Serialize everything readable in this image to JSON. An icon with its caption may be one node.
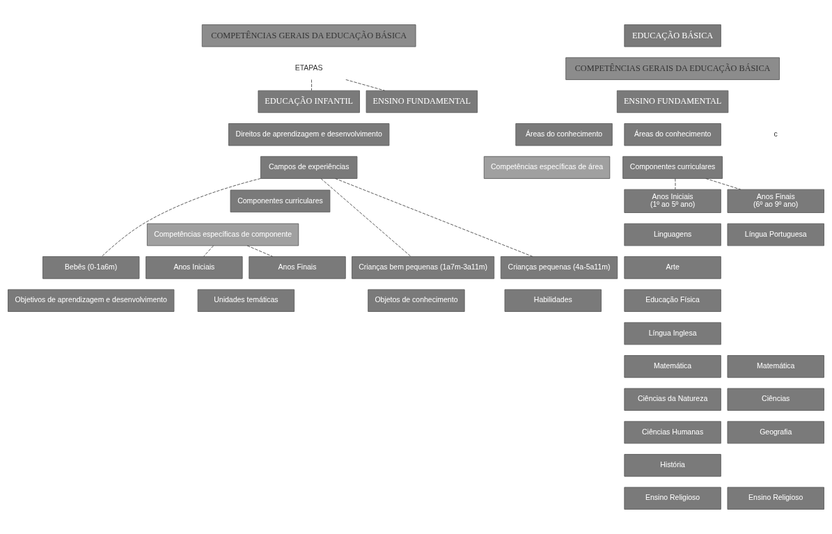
{
  "diagram": {
    "nodes": [
      {
        "text": [
          "COMPETÊNCIAS GERAIS DA EDUCAÇÃO BÁSICA"
        ]
      },
      {
        "text": [
          "ETAPAS"
        ]
      },
      {
        "text": [
          "EDUCAÇÃO INFANTIL"
        ]
      },
      {
        "text": [
          "Direitos de aprendizagem e desenvolvimento"
        ]
      },
      {
        "text": [
          "Campos de experiências"
        ]
      },
      {
        "text": [
          "ENSINO FUNDAMENTAL"
        ]
      },
      {
        "text": [
          "Áreas do conhecimento"
        ]
      },
      {
        "text": [
          "Competências específicas de área"
        ]
      },
      {
        "text": [
          "Componentes curriculares"
        ]
      },
      {
        "text": [
          "Competências específicas de componente"
        ]
      },
      {
        "text": [
          "Bebês (0-1a6m)"
        ]
      },
      {
        "text": [
          "Crianças bem pequenas (1a7m-3a11m)"
        ]
      },
      {
        "text": [
          "Crianças pequenas (4a-5a11m)"
        ]
      },
      {
        "text": [
          "Objetivos de aprendizagem e desenvolvimento"
        ]
      },
      {
        "text": [
          "Anos Iniciais"
        ]
      },
      {
        "text": [
          "Anos Finais"
        ]
      },
      {
        "text": [
          "Unidades temáticas"
        ]
      },
      {
        "text": [
          "Objetos de conhecimento"
        ]
      },
      {
        "text": [
          "Habilidades"
        ]
      },
      {
        "text": [
          "EDUCAÇÃO BÁSICA"
        ]
      },
      {
        "text": [
          "COMPETÊNCIAS GERAIS DA EDUCAÇÃO BÁSICA"
        ]
      },
      {
        "text": [
          "ENSINO FUNDAMENTAL"
        ]
      },
      {
        "text": [
          "Áreas do conhecimento"
        ]
      },
      {
        "text": [
          "Componentes curriculares"
        ]
      },
      {
        "text": [
          "Anos Iniciais",
          "(1º ao 5º ano)"
        ]
      },
      {
        "text": [
          "Anos Finais",
          "(6º ao 9º ano)"
        ]
      },
      {
        "text": [
          "Linguagens"
        ]
      },
      {
        "text": [
          "Língua Portuguesa"
        ]
      },
      {
        "text": [
          "Arte"
        ]
      },
      {
        "text": [
          "Educação Física"
        ]
      },
      {
        "text": [
          "Língua Inglesa"
        ]
      },
      {
        "text": [
          "Matemática"
        ]
      },
      {
        "text": [
          "Matemática"
        ]
      },
      {
        "text": [
          "Ciências da Natureza"
        ]
      },
      {
        "text": [
          "Ciências"
        ]
      },
      {
        "text": [
          "Ciências Humanas"
        ]
      },
      {
        "text": [
          "Geografia"
        ]
      },
      {
        "text": [
          "História"
        ]
      },
      {
        "text": [
          "Ensino Religioso"
        ]
      },
      {
        "text": [
          "Ensino Religioso"
        ]
      }
    ],
    "edges": [
      {
        "from": 1,
        "to": 2,
        "arrow": "none",
        "style": "dashed"
      },
      {
        "from": 1,
        "to": 5,
        "arrow": "none",
        "style": "dashed"
      },
      {
        "from": 4,
        "to": 10,
        "arrow": "none",
        "style": "dashed"
      },
      {
        "from": 4,
        "to": 11,
        "arrow": "none",
        "style": "dashed"
      },
      {
        "from": 4,
        "to": 12,
        "arrow": "none",
        "style": "dashed"
      },
      {
        "from": 9,
        "to": 14,
        "arrow": "none",
        "style": "dashed"
      },
      {
        "from": 9,
        "to": 15,
        "arrow": "none",
        "style": "dashed"
      },
      {
        "from": 23,
        "to": 24,
        "arrow": "none",
        "style": "dashed"
      },
      {
        "from": 23,
        "to": 25,
        "arrow": "none",
        "style": "dashed"
      }
    ],
    "labels": [
      "c"
    ]
  }
}
